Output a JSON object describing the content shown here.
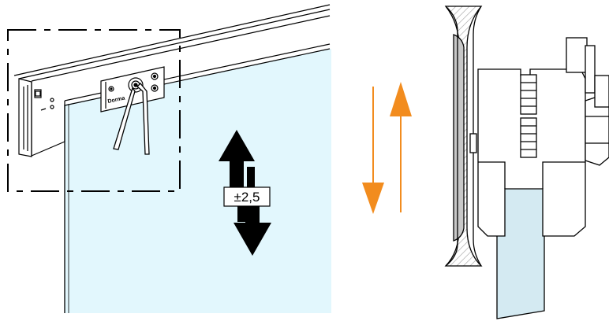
{
  "adjustment": {
    "label": "±2,5"
  },
  "brand": {
    "plate_text": "Dorma"
  },
  "colors": {
    "glass": "#e2f7fd",
    "glass_section": "#d4eaf2",
    "arrow_orange": "#f28c1e",
    "outline": "#000000",
    "metal_fill": "#ffffff",
    "wheel_groove": "#c8c8c8",
    "hatch": "#9a9a9a"
  },
  "icons": {
    "adjust_arrows": "double-vertical-arrow",
    "wrench": "hex-key-icon",
    "direction": "up-down-orange-arrows"
  }
}
